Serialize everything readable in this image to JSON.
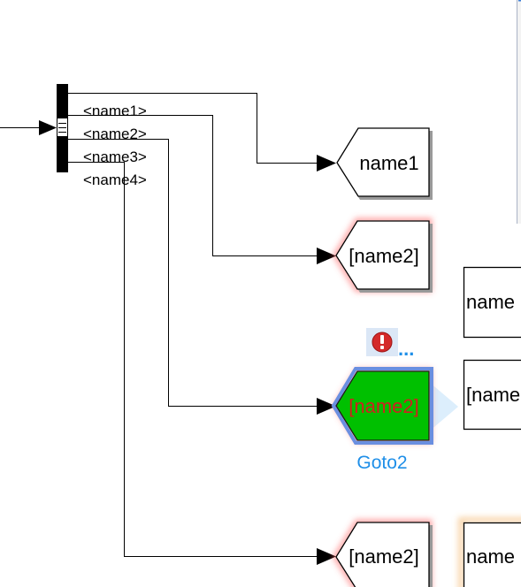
{
  "signals": [
    "<name1>",
    "<name2>",
    "<name3>",
    "<name4>"
  ],
  "blocks": {
    "goto_name1": {
      "label": "name1"
    },
    "goto_name2_a": {
      "label": "[name2]"
    },
    "goto_name2_selected": {
      "label": "[name2]",
      "caption": "Goto2"
    },
    "goto_name2_b": {
      "label": "[name2]"
    },
    "partial_1": {
      "label": "name"
    },
    "partial_2": {
      "label": "[name"
    },
    "partial_3": {
      "label": "name"
    }
  },
  "status": {
    "error_icon": "error-icon",
    "more_indicator": "..."
  },
  "colors": {
    "error_glow": "#ff5050",
    "selected_fill": "#00c000",
    "selected_text": "#d02020",
    "selection_outline": "#6a8fe0",
    "caption": "#1f8fe8",
    "warning_glow": "#f0a040"
  }
}
